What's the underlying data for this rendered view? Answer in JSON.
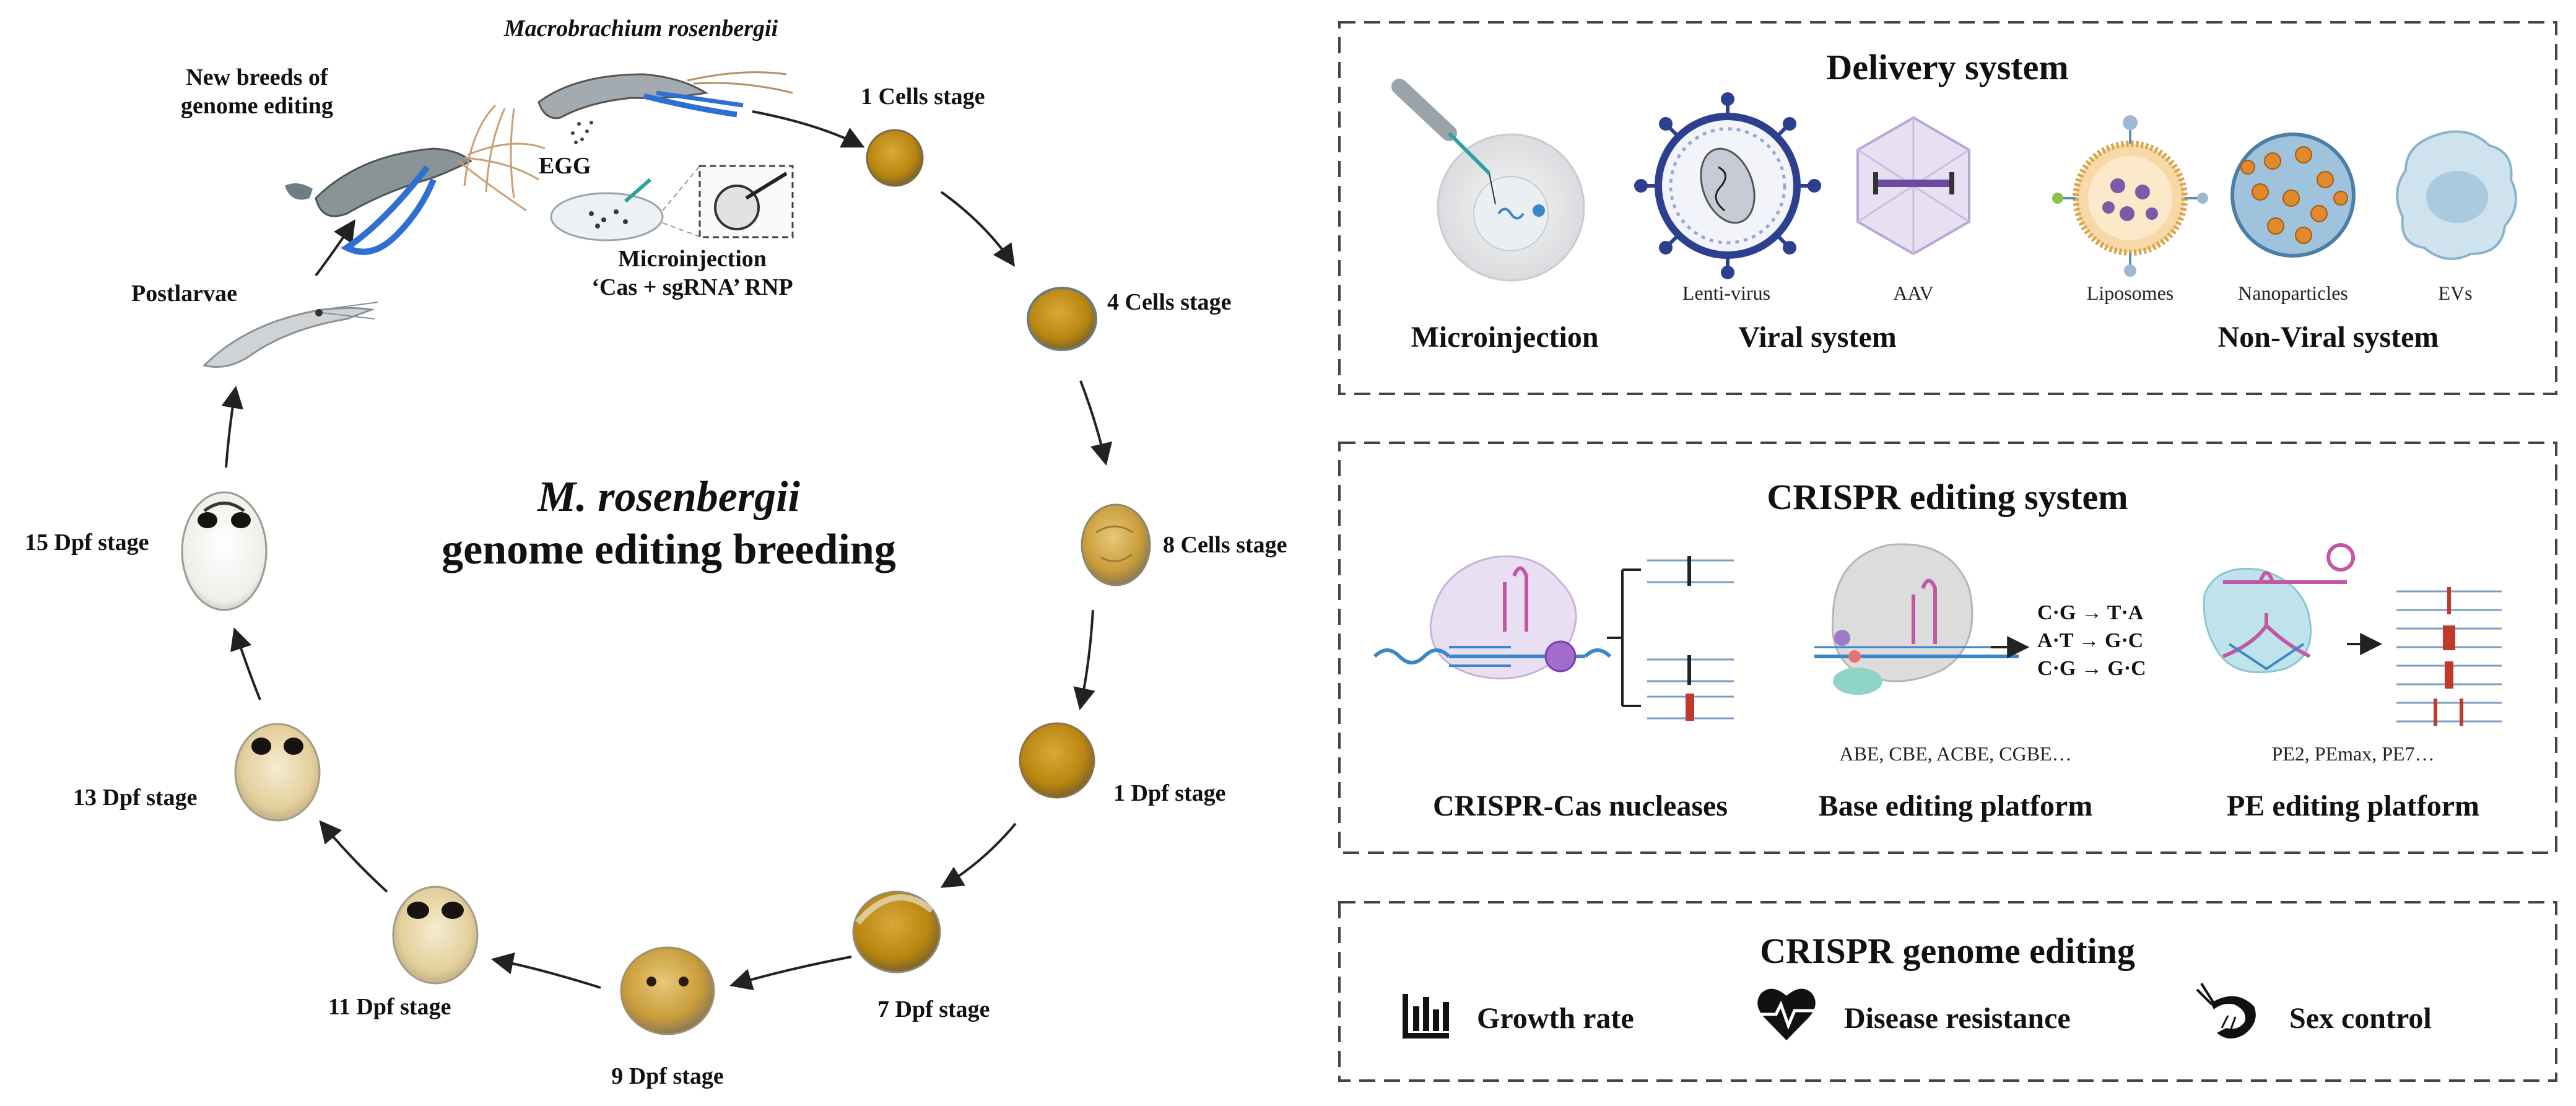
{
  "left": {
    "center_title": [
      "M. rosenbergii",
      "genome editing breeding"
    ],
    "species_label": "Macrobrachium rosenbergii",
    "new_breeds_label": [
      "New breeds of",
      "genome editing"
    ],
    "egg_label": "EGG",
    "microinjection_label": [
      "Microinjection",
      "‘Cas + sgRNA’ RNP"
    ],
    "postlarvae_label": "Postlarvae",
    "stages": [
      "1 Cells stage",
      "4 Cells stage",
      "8 Cells stage",
      "1 Dpf stage",
      "7 Dpf stage",
      "9 Dpf stage",
      "11 Dpf stage",
      "13 Dpf stage",
      "15 Dpf stage"
    ]
  },
  "delivery": {
    "title": "Delivery system",
    "microinjection": "Microinjection",
    "viral_title": "Viral system",
    "viral_items": [
      "Lenti-virus",
      "AAV"
    ],
    "nonviral_title": "Non-Viral system",
    "nonviral_items": [
      "Liposomes",
      "Nanoparticles",
      "EVs"
    ]
  },
  "crispr": {
    "title": "CRISPR editing system",
    "base_edits": [
      "C·G → T·A",
      "A·T → G·C",
      "C·G → G·C"
    ],
    "base_variants": "ABE, CBE, ACBE, CGBE…",
    "pe_variants": "PE2, PEmax, PE7…",
    "platforms": [
      "CRISPR-Cas nucleases",
      "Base editing platform",
      "PE editing platform"
    ]
  },
  "genome": {
    "title": "CRISPR genome editing",
    "items": [
      {
        "label": "Growth rate",
        "icon": "bar-chart-icon"
      },
      {
        "label": "Disease resistance",
        "icon": "heart-pulse-icon"
      },
      {
        "label": "Sex control",
        "icon": "shrimp-icon"
      }
    ]
  },
  "colors": {
    "embryo_early": "#c98f17",
    "embryo_late": "#e8d6a8",
    "dna_blue": "#3a86c8",
    "edit_red": "#c0392b",
    "cas_purple": "#b28bd0",
    "box_dash": "#444444"
  }
}
